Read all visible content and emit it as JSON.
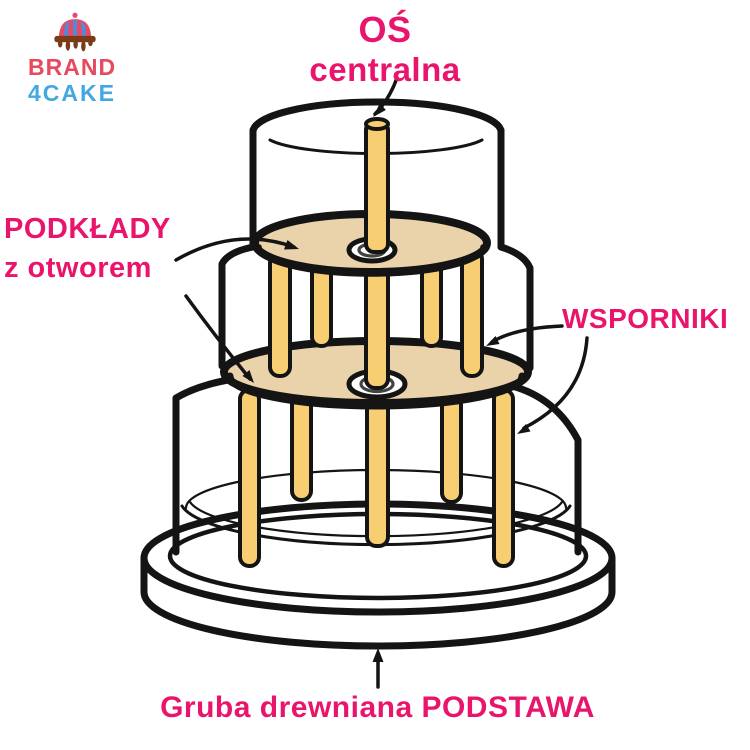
{
  "page": {
    "background": "#ffffff",
    "description": "Diagram of internal support structure of a 3-tier cake"
  },
  "logo": {
    "line1": "BRAND",
    "line2": "4CAKE",
    "line1_color": "#e8495f",
    "line2_color": "#41a8e1",
    "icon": "layered-cake-icon",
    "icon_colors": {
      "dome_pink": "#e8486b",
      "stripe_blue": "#4a8fd6",
      "drip_brown": "#7a3b16"
    }
  },
  "labels": {
    "central_axis": {
      "line1": "OŚ",
      "line2": "centralna",
      "color": "#e9146b"
    },
    "boards": {
      "line1": "PODKŁADY",
      "line2": "z otworem",
      "color": "#e9146b"
    },
    "supports": {
      "text": "WSPORNIKI",
      "color": "#e9146b"
    },
    "base": {
      "text": "Gruba drewniana PODSTAWA",
      "color": "#e9146b"
    }
  },
  "diagram": {
    "colors": {
      "outline": "#141414",
      "dowel": "#f7cf72",
      "board": "#ead2ab",
      "cake": "#ffffff",
      "hole_ring": "#ffffff"
    },
    "structure": {
      "tiers": 3,
      "boards_with_hole": 2,
      "central_axis_count": 1,
      "support_dowels_upper": 4,
      "support_dowels_lower": 4,
      "base_count": 1
    }
  }
}
